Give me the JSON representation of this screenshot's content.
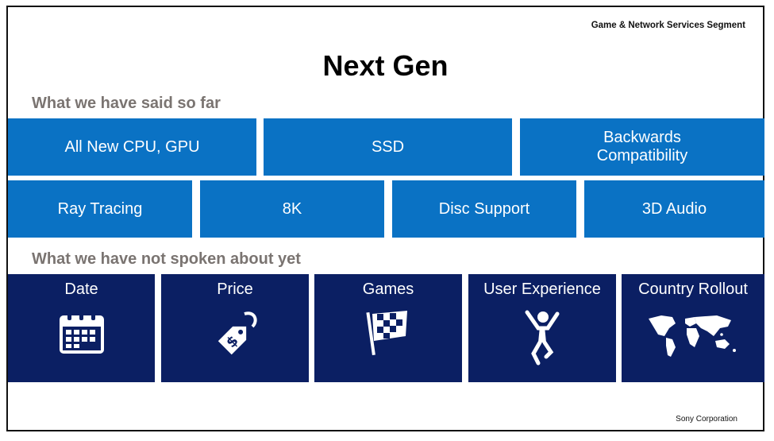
{
  "header": {
    "segment": "Game & Network Services Segment"
  },
  "title": "Next Gen",
  "section_said": {
    "heading": "What we have said so far",
    "row1": [
      "All New CPU, GPU",
      "SSD",
      "Backwards Compatibility"
    ],
    "row2": [
      "Ray Tracing",
      "8K",
      "Disc Support",
      "3D Audio"
    ]
  },
  "section_not_spoken": {
    "heading": "What we have not spoken about yet",
    "items": [
      {
        "label": "Date",
        "icon": "calendar-icon"
      },
      {
        "label": "Price",
        "icon": "price-tag-icon"
      },
      {
        "label": "Games",
        "icon": "checkered-flag-icon"
      },
      {
        "label": "User Experience",
        "icon": "jumping-person-icon"
      },
      {
        "label": "Country Rollout",
        "icon": "world-map-icon"
      }
    ]
  },
  "footer": {
    "company": "Sony Corporation"
  },
  "colors": {
    "light_blue": "#0a72c4",
    "dark_navy": "#0b1f63",
    "heading_gray": "#7a7471"
  }
}
